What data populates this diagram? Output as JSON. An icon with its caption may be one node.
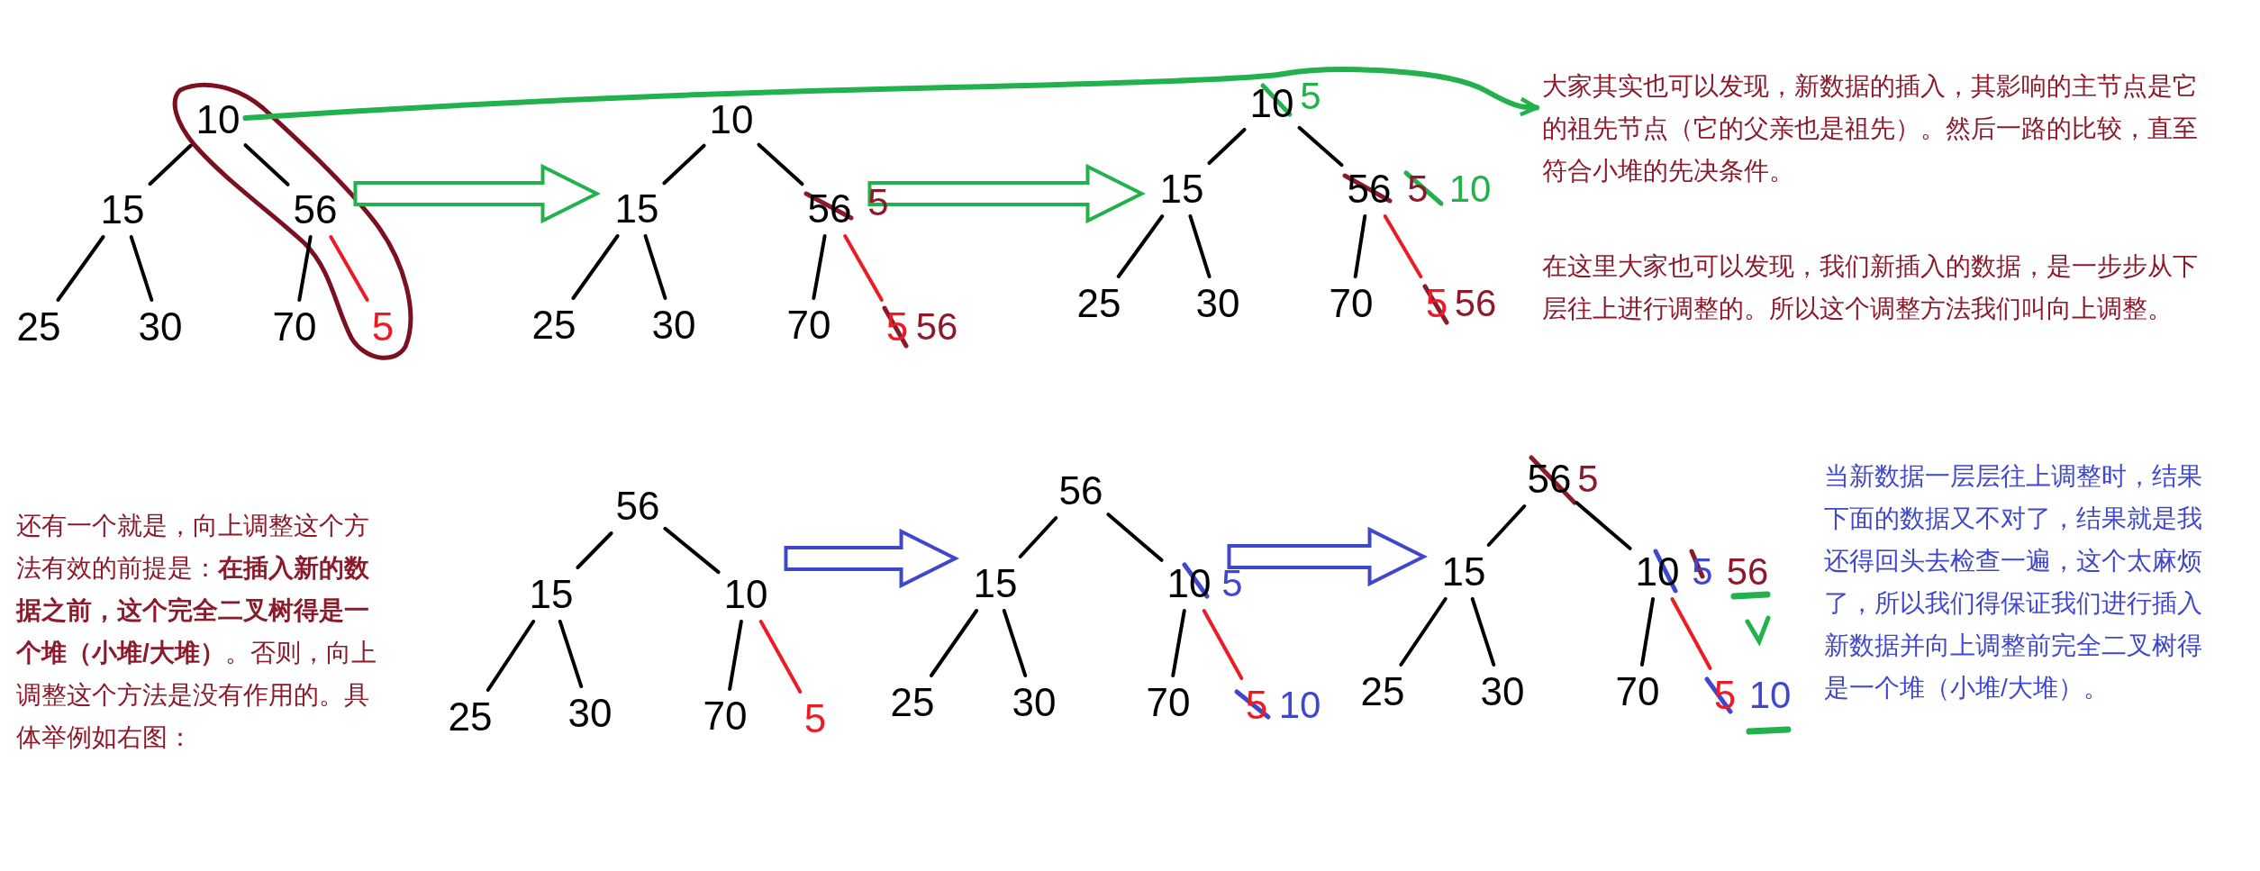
{
  "diagram": {
    "nodes": [
      {
        "text": [
          "10"
        ]
      },
      {
        "text": [
          "15"
        ]
      },
      {
        "text": [
          "56"
        ]
      },
      {
        "text": [
          "25"
        ]
      },
      {
        "text": [
          "30"
        ]
      },
      {
        "text": [
          "70"
        ]
      },
      {
        "text": [
          "5"
        ]
      },
      {
        "text": [
          "10"
        ]
      },
      {
        "text": [
          "15"
        ]
      },
      {
        "text": [
          "56"
        ],
        "beside": [
          "5"
        ]
      },
      {
        "text": [
          "25"
        ]
      },
      {
        "text": [
          "30"
        ]
      },
      {
        "text": [
          "70"
        ]
      },
      {
        "text": [
          "5"
        ],
        "beside": [
          "56"
        ]
      },
      {
        "text": [
          "10"
        ],
        "beside": [
          "5"
        ]
      },
      {
        "text": [
          "15"
        ]
      },
      {
        "text": [
          "56"
        ],
        "beside": [
          "5",
          "10"
        ]
      },
      {
        "text": [
          "25"
        ]
      },
      {
        "text": [
          "30"
        ]
      },
      {
        "text": [
          "70"
        ]
      },
      {
        "text": [
          "5"
        ],
        "beside": [
          "56"
        ]
      },
      {
        "text": [
          "大家其实也可以发现，新数据的插入，其影响的主节点是它的祖先节点（它的父亲也是祖先）。然后一路的比较，直至符合小堆的先决条件。"
        ]
      },
      {
        "text": [
          "56"
        ]
      },
      {
        "text": [
          "15"
        ]
      },
      {
        "text": [
          "10"
        ]
      },
      {
        "text": [
          "25"
        ]
      },
      {
        "text": [
          "30"
        ]
      },
      {
        "text": [
          "70"
        ]
      },
      {
        "text": [
          "5"
        ]
      },
      {
        "text": [
          "56"
        ]
      },
      {
        "text": [
          "15"
        ]
      },
      {
        "text": [
          "10"
        ],
        "beside": [
          "5"
        ]
      },
      {
        "text": [
          "25"
        ]
      },
      {
        "text": [
          "30"
        ]
      },
      {
        "text": [
          "70"
        ]
      },
      {
        "text": [
          "5"
        ],
        "beside": [
          "10"
        ]
      },
      {
        "text": [
          "56"
        ],
        "beside": [
          "5"
        ]
      },
      {
        "text": [
          "15"
        ]
      },
      {
        "text": [
          "10"
        ],
        "beside": [
          "5",
          "56"
        ]
      },
      {
        "text": [
          "25"
        ]
      },
      {
        "text": [
          "30"
        ]
      },
      {
        "text": [
          "70"
        ]
      },
      {
        "text": [
          "5"
        ],
        "beside": [
          "10"
        ]
      }
    ],
    "edges": [
      {
        "from": 0,
        "to": 1,
        "arrow": "none"
      },
      {
        "from": 0,
        "to": 2,
        "arrow": "none"
      },
      {
        "from": 1,
        "to": 3,
        "arrow": "none"
      },
      {
        "from": 1,
        "to": 4,
        "arrow": "none"
      },
      {
        "from": 2,
        "to": 5,
        "arrow": "none"
      },
      {
        "from": 2,
        "to": 6,
        "arrow": "none",
        "color": "#ed1c24"
      },
      {
        "from": 7,
        "to": 8,
        "arrow": "none"
      },
      {
        "from": 7,
        "to": 9,
        "arrow": "none"
      },
      {
        "from": 8,
        "to": 10,
        "arrow": "none"
      },
      {
        "from": 8,
        "to": 11,
        "arrow": "none"
      },
      {
        "from": 9,
        "to": 12,
        "arrow": "none"
      },
      {
        "from": 9,
        "to": 13,
        "arrow": "none",
        "color": "#ed1c24"
      },
      {
        "from": 14,
        "to": 15,
        "arrow": "none"
      },
      {
        "from": 14,
        "to": 16,
        "arrow": "none"
      },
      {
        "from": 15,
        "to": 17,
        "arrow": "none"
      },
      {
        "from": 15,
        "to": 18,
        "arrow": "none"
      },
      {
        "from": 16,
        "to": 19,
        "arrow": "none"
      },
      {
        "from": 16,
        "to": 20,
        "arrow": "none",
        "color": "#ed1c24"
      },
      {
        "from": 22,
        "to": 23,
        "arrow": "none"
      },
      {
        "from": 22,
        "to": 24,
        "arrow": "none"
      },
      {
        "from": 23,
        "to": 25,
        "arrow": "none"
      },
      {
        "from": 23,
        "to": 26,
        "arrow": "none"
      },
      {
        "from": 24,
        "to": 27,
        "arrow": "none"
      },
      {
        "from": 24,
        "to": 28,
        "arrow": "none",
        "color": "#ed1c24"
      },
      {
        "from": 29,
        "to": 30,
        "arrow": "none"
      },
      {
        "from": 29,
        "to": 31,
        "arrow": "none"
      },
      {
        "from": 30,
        "to": 32,
        "arrow": "none"
      },
      {
        "from": 30,
        "to": 33,
        "arrow": "none"
      },
      {
        "from": 31,
        "to": 34,
        "arrow": "none"
      },
      {
        "from": 31,
        "to": 35,
        "arrow": "none",
        "color": "#ed1c24"
      },
      {
        "from": 36,
        "to": 37,
        "arrow": "none"
      },
      {
        "from": 36,
        "to": 38,
        "arrow": "none"
      },
      {
        "from": 37,
        "to": 39,
        "arrow": "none"
      },
      {
        "from": 37,
        "to": 40,
        "arrow": "none"
      },
      {
        "from": 38,
        "to": 41,
        "arrow": "none"
      },
      {
        "from": 38,
        "to": 42,
        "arrow": "none",
        "color": "#ed1c24"
      },
      {
        "from": 2,
        "to": 8,
        "arrow": "to",
        "style": "thick",
        "color": "#22b14c"
      },
      {
        "from": 9,
        "to": 15,
        "arrow": "to",
        "style": "thick",
        "color": "#22b14c"
      },
      {
        "from": 24,
        "to": 30,
        "arrow": "to",
        "style": "thick",
        "color": "#3f48cc"
      },
      {
        "from": 31,
        "to": 37,
        "arrow": "to",
        "style": "thick",
        "color": "#3f48cc"
      },
      {
        "from": 0,
        "to": 21,
        "arrow": "to",
        "color": "#22b14c"
      }
    ],
    "labels": [
      "在这里大家也可以发现，我们新插入的数据，是一步步从下层往上进行调整的。所以这个调整方法我们叫向上调整。",
      "还有一个就是，向上调整这个方法有效的前提是：**在插入新的数据之前，这个完全二叉树得是一个堆（小堆/大堆）**。否则，向上调整这个方法是没有作用的。具体举例如右图：",
      "当新数据一层层往上调整时，结果下面的数据又不对了，结果就是我还得回头去检查一遍，这个太麻烦了，所以我们得保证我们进行插入新数据并向上调整前完全二叉树得是一个堆（小堆/大堆）。"
    ]
  }
}
